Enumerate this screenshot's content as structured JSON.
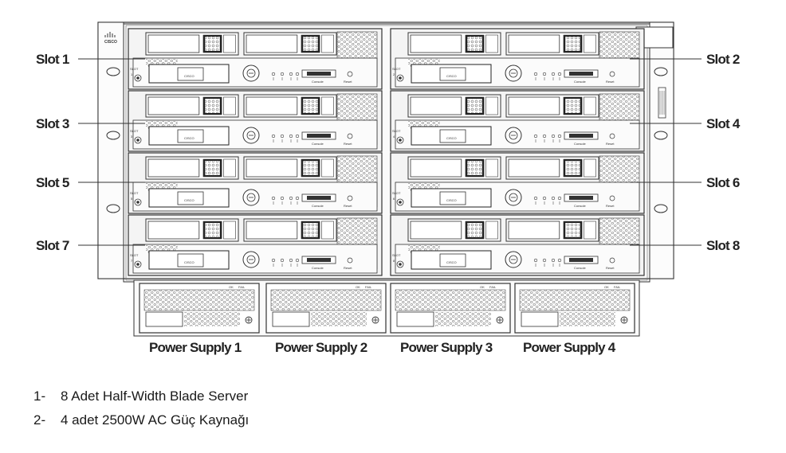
{
  "colors": {
    "stroke": "#333333",
    "panel": "#f6f6f6",
    "label": "#222222"
  },
  "brand": {
    "logo_text": "CISCO",
    "logo_icon": "cisco-bars-icon"
  },
  "blade_text": {
    "console": "Console",
    "reset": "Reset",
    "slot_prefix": "SLOT"
  },
  "psu_text": {
    "ok": "OK",
    "fail": "FAIL"
  },
  "slots": [
    {
      "label": "Slot 1",
      "number": "1",
      "side": "left"
    },
    {
      "label": "Slot 2",
      "number": "2",
      "side": "right"
    },
    {
      "label": "Slot 3",
      "number": "3",
      "side": "left"
    },
    {
      "label": "Slot 4",
      "number": "4",
      "side": "right"
    },
    {
      "label": "Slot 5",
      "number": "5",
      "side": "left"
    },
    {
      "label": "Slot 6",
      "number": "6",
      "side": "right"
    },
    {
      "label": "Slot 7",
      "number": "7",
      "side": "left"
    },
    {
      "label": "Slot 8",
      "number": "8",
      "side": "right"
    }
  ],
  "power_supplies": [
    {
      "label": "Power Supply 1"
    },
    {
      "label": "Power Supply 2"
    },
    {
      "label": "Power Supply 3"
    },
    {
      "label": "Power Supply 4"
    }
  ],
  "notes": [
    {
      "number": "1-",
      "text": "8 Adet Half-Width Blade Server"
    },
    {
      "number": "2-",
      "text": "4 adet 2500W AC Güç Kaynağı"
    }
  ]
}
